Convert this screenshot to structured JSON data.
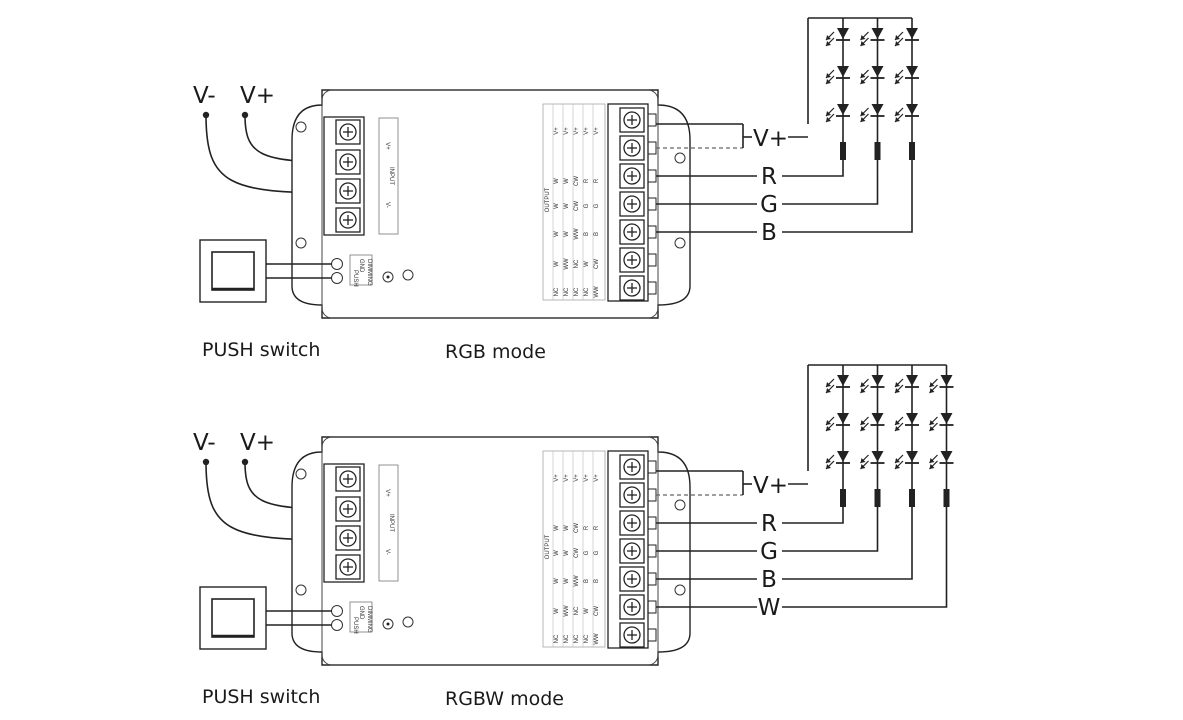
{
  "diagrams": [
    {
      "mode_label": "RGB mode",
      "switch_label": "PUSH  switch",
      "power_labels": {
        "negative": "V-",
        "positive": "V+"
      },
      "input_block_label": "INPUT",
      "input_pins": [
        "V+",
        "V-"
      ],
      "dimming_labels": [
        "DIMMING",
        "GND",
        "PUSH"
      ],
      "output_block_label": "OUTPUT",
      "output_table": [
        [
          "V+",
          "V+",
          "V+",
          "V+",
          "V+"
        ],
        [
          "W",
          "W",
          "CW",
          "R",
          "R"
        ],
        [
          "W",
          "W",
          "CW",
          "G",
          "G"
        ],
        [
          "W",
          "W",
          "WW",
          "B",
          "B"
        ],
        [
          "W",
          "WW",
          "NC",
          "W",
          "CW"
        ],
        [
          "NC",
          "NC",
          "NC",
          "NC",
          "WW"
        ]
      ],
      "wire_labels": [
        "V+",
        "R",
        "G",
        "B"
      ],
      "led_strings": 3
    },
    {
      "mode_label": "RGBW mode",
      "switch_label": "PUSH  switch",
      "power_labels": {
        "negative": "V-",
        "positive": "V+"
      },
      "input_block_label": "INPUT",
      "input_pins": [
        "V+",
        "V-"
      ],
      "dimming_labels": [
        "DIMMING",
        "GND",
        "PUSH"
      ],
      "output_block_label": "OUTPUT",
      "output_table": [
        [
          "V+",
          "V+",
          "V+",
          "V+",
          "V+"
        ],
        [
          "W",
          "W",
          "CW",
          "R",
          "R"
        ],
        [
          "W",
          "W",
          "CW",
          "G",
          "G"
        ],
        [
          "W",
          "W",
          "WW",
          "B",
          "B"
        ],
        [
          "W",
          "WW",
          "NC",
          "W",
          "CW"
        ],
        [
          "NC",
          "NC",
          "NC",
          "NC",
          "WW"
        ]
      ],
      "wire_labels": [
        "V+",
        "R",
        "G",
        "B",
        "W"
      ],
      "led_strings": 4
    }
  ]
}
